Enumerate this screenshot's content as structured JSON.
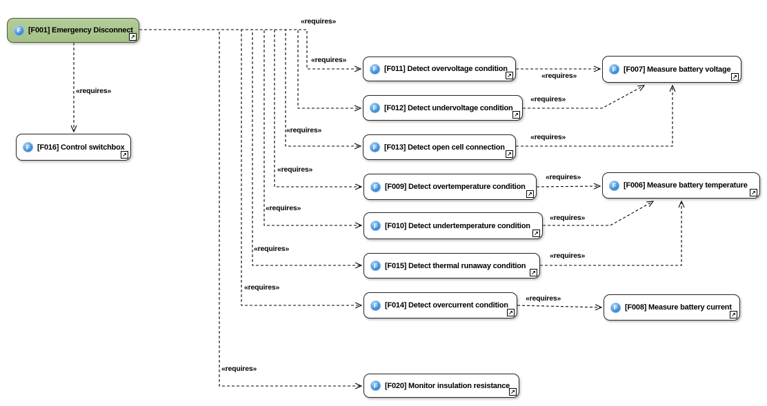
{
  "diagram": {
    "type": "requirements-dependency-diagram",
    "stereotype": "«requires»",
    "colors": {
      "background": "#ffffff",
      "node_fill": "#ffffff",
      "root_node_fill": "#a7c28c",
      "node_border": "#242424",
      "connector": "#000000",
      "function_icon_blue": "#2f7fd1"
    },
    "icons": {
      "function_icon_glyph": "F",
      "navigate_icon_glyph": "↗"
    },
    "nodes": [
      {
        "id": "F001",
        "label": "[F001] Emergency Disconnect"
      },
      {
        "id": "F016",
        "label": "[F016] Control switchbox"
      },
      {
        "id": "F011",
        "label": "[F011] Detect overvoltage condition"
      },
      {
        "id": "F012",
        "label": "[F012] Detect undervoltage condition"
      },
      {
        "id": "F013",
        "label": "[F013] Detect open cell connection"
      },
      {
        "id": "F009",
        "label": "[F009] Detect overtemperature condition"
      },
      {
        "id": "F010",
        "label": "[F010] Detect undertemperature condition"
      },
      {
        "id": "F015",
        "label": "[F015] Detect thermal runaway condition"
      },
      {
        "id": "F014",
        "label": "[F014] Detect overcurrent condition"
      },
      {
        "id": "F020",
        "label": "[F020] Monitor insulation resistance"
      },
      {
        "id": "F007",
        "label": "[F007] Measure battery voltage"
      },
      {
        "id": "F006",
        "label": "[F006] Measure battery temperature"
      },
      {
        "id": "F008",
        "label": "[F008] Measure battery current"
      }
    ],
    "edges": [
      {
        "from": "F001",
        "to": "F016",
        "label": "«requires»"
      },
      {
        "from": "F001",
        "to": "F011",
        "label": "«requires»"
      },
      {
        "from": "F001",
        "to": "F012",
        "label": "«requires»"
      },
      {
        "from": "F001",
        "to": "F013",
        "label": "«requires»"
      },
      {
        "from": "F001",
        "to": "F009",
        "label": "«requires»"
      },
      {
        "from": "F001",
        "to": "F010",
        "label": "«requires»"
      },
      {
        "from": "F001",
        "to": "F015",
        "label": "«requires»"
      },
      {
        "from": "F001",
        "to": "F014",
        "label": "«requires»"
      },
      {
        "from": "F001",
        "to": "F020",
        "label": "«requires»"
      },
      {
        "from": "F011",
        "to": "F007",
        "label": "«requires»"
      },
      {
        "from": "F012",
        "to": "F007",
        "label": "«requires»"
      },
      {
        "from": "F013",
        "to": "F007",
        "label": "«requires»"
      },
      {
        "from": "F009",
        "to": "F006",
        "label": "«requires»"
      },
      {
        "from": "F010",
        "to": "F006",
        "label": "«requires»"
      },
      {
        "from": "F015",
        "to": "F006",
        "label": "«requires»"
      },
      {
        "from": "F014",
        "to": "F008",
        "label": "«requires»"
      }
    ]
  }
}
